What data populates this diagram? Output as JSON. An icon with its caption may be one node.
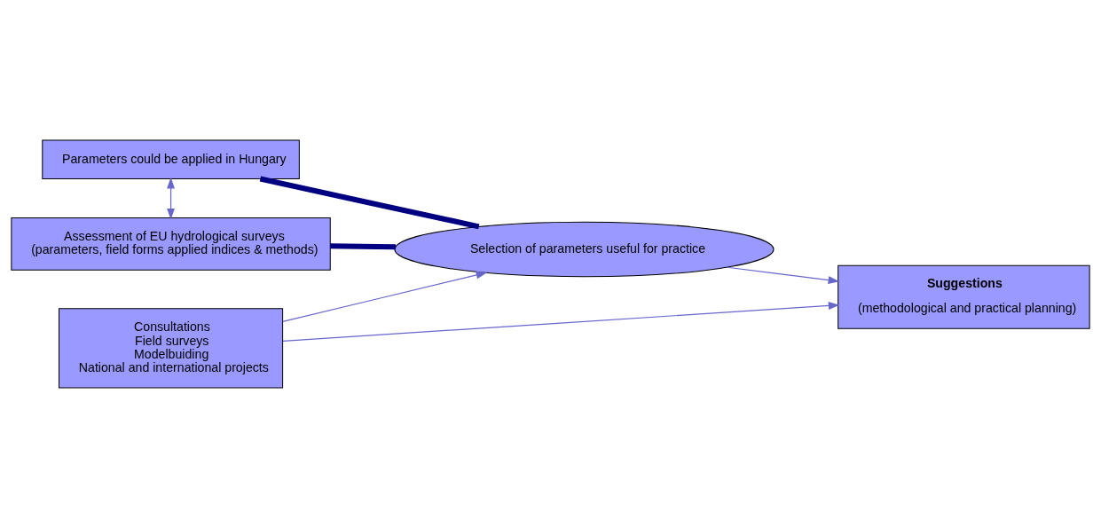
{
  "diagram": {
    "nodes": [
      {
        "text": [
          "Parameters could be applied in Hungary"
        ]
      },
      {
        "text": [
          "Assessment of EU hydrological surveys",
          "(parameters, field forms applied indices & methods)"
        ]
      },
      {
        "text": [
          "Selection of parameters useful for practice"
        ]
      },
      {
        "text": [
          "Suggestions",
          "(methodological and practical planning)"
        ]
      },
      {
        "text": [
          "Consultations",
          "Field surveys",
          "Modelbuiding",
          "National and international projects"
        ]
      }
    ],
    "edges": [
      {
        "from": 0,
        "to": 1,
        "arrow": "both"
      },
      {
        "from": 0,
        "to": 2,
        "arrow": "none",
        "style": "thick",
        "color": "#000080"
      },
      {
        "from": 1,
        "to": 2,
        "arrow": "none",
        "style": "thick",
        "color": "#000080"
      },
      {
        "from": 2,
        "to": 3,
        "arrow": "to"
      },
      {
        "from": 4,
        "to": 2,
        "arrow": "to"
      },
      {
        "from": 4,
        "to": 3,
        "arrow": "to"
      }
    ]
  }
}
